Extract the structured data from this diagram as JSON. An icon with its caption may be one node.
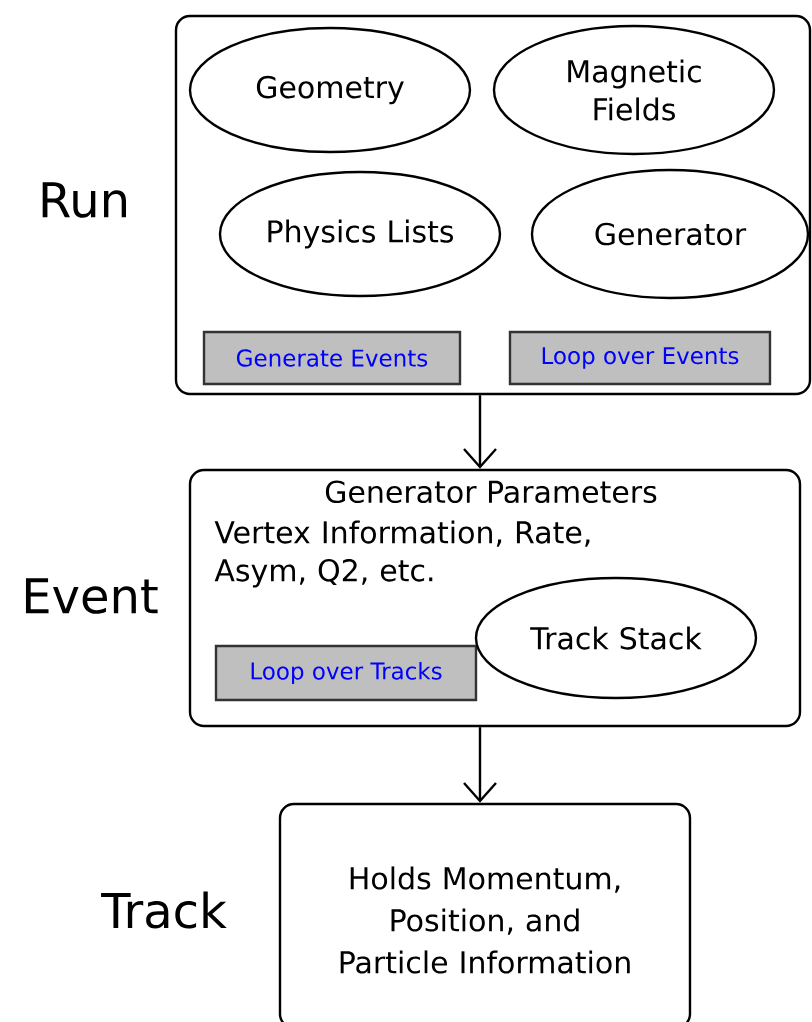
{
  "diagram": {
    "nodes": [
      {
        "text": [],
        "shape": "box",
        "beside": [
          "Run"
        ]
      },
      {
        "text": [
          "Geometry"
        ],
        "in": 0
      },
      {
        "text": [
          "Magnetic Fields"
        ],
        "in": 0
      },
      {
        "text": [
          "Physics Lists"
        ],
        "in": 0
      },
      {
        "text": [
          "Generator"
        ],
        "in": 0
      },
      {
        "text": [
          "Generate Events"
        ],
        "in": 0
      },
      {
        "text": [
          "Loop over Events"
        ],
        "in": 0
      },
      {
        "text": [
          "Generator Parameters",
          "Vertex Information, Rate, Asym, Q2, etc."
        ],
        "beside": [
          "Event"
        ]
      },
      {
        "text": [
          "Loop over Tracks"
        ],
        "in": 7
      },
      {
        "text": [
          "Track Stack"
        ],
        "in": 7
      },
      {
        "text": [
          "Holds Momentum, Position, and Particle Information"
        ],
        "beside": [
          "Track"
        ]
      }
    ],
    "edges": [
      {
        "from": 0,
        "to": 7,
        "arrow": "to"
      },
      {
        "from": 7,
        "to": 10,
        "arrow": "to"
      }
    ]
  }
}
